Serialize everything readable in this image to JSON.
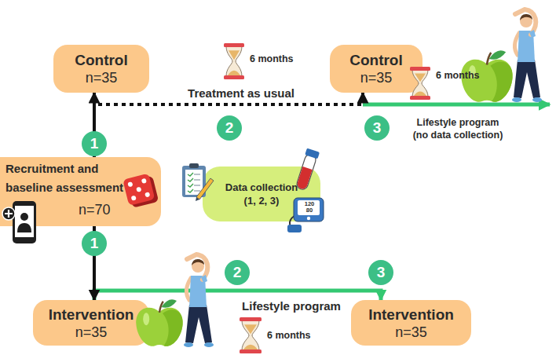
{
  "diagram": {
    "nodes": [
      {
        "text": [
          "Control",
          "n=35"
        ]
      },
      {
        "text": [
          "Control",
          "n=35"
        ]
      },
      {
        "text": [
          "1"
        ]
      },
      {
        "text": [
          "2"
        ]
      },
      {
        "text": [
          "3"
        ]
      },
      {
        "text": [
          "Recruitment and baseline assessment",
          "n=70"
        ]
      },
      {
        "text": [
          "Data collection (1, 2, 3)"
        ]
      },
      {
        "text": [
          "1"
        ]
      },
      {
        "text": [
          "2"
        ]
      },
      {
        "text": [
          "3"
        ]
      },
      {
        "text": [
          "Intervention",
          "n=35"
        ]
      },
      {
        "text": [
          "Intervention",
          "n=35"
        ]
      }
    ],
    "edges": [
      {
        "from": 5,
        "to": 0,
        "arrow": "to"
      },
      {
        "from": 5,
        "to": 10,
        "arrow": "to"
      },
      {
        "from": 0,
        "to": 1,
        "label": "Treatment as usual",
        "arrow": "to"
      },
      {
        "from": 10,
        "to": 11,
        "label": "Lifestyle program",
        "arrow": "to"
      }
    ],
    "labels": [
      "6 months",
      "6 months",
      "Lifestyle program (no data collection)",
      "120",
      "80",
      "6 months"
    ]
  }
}
